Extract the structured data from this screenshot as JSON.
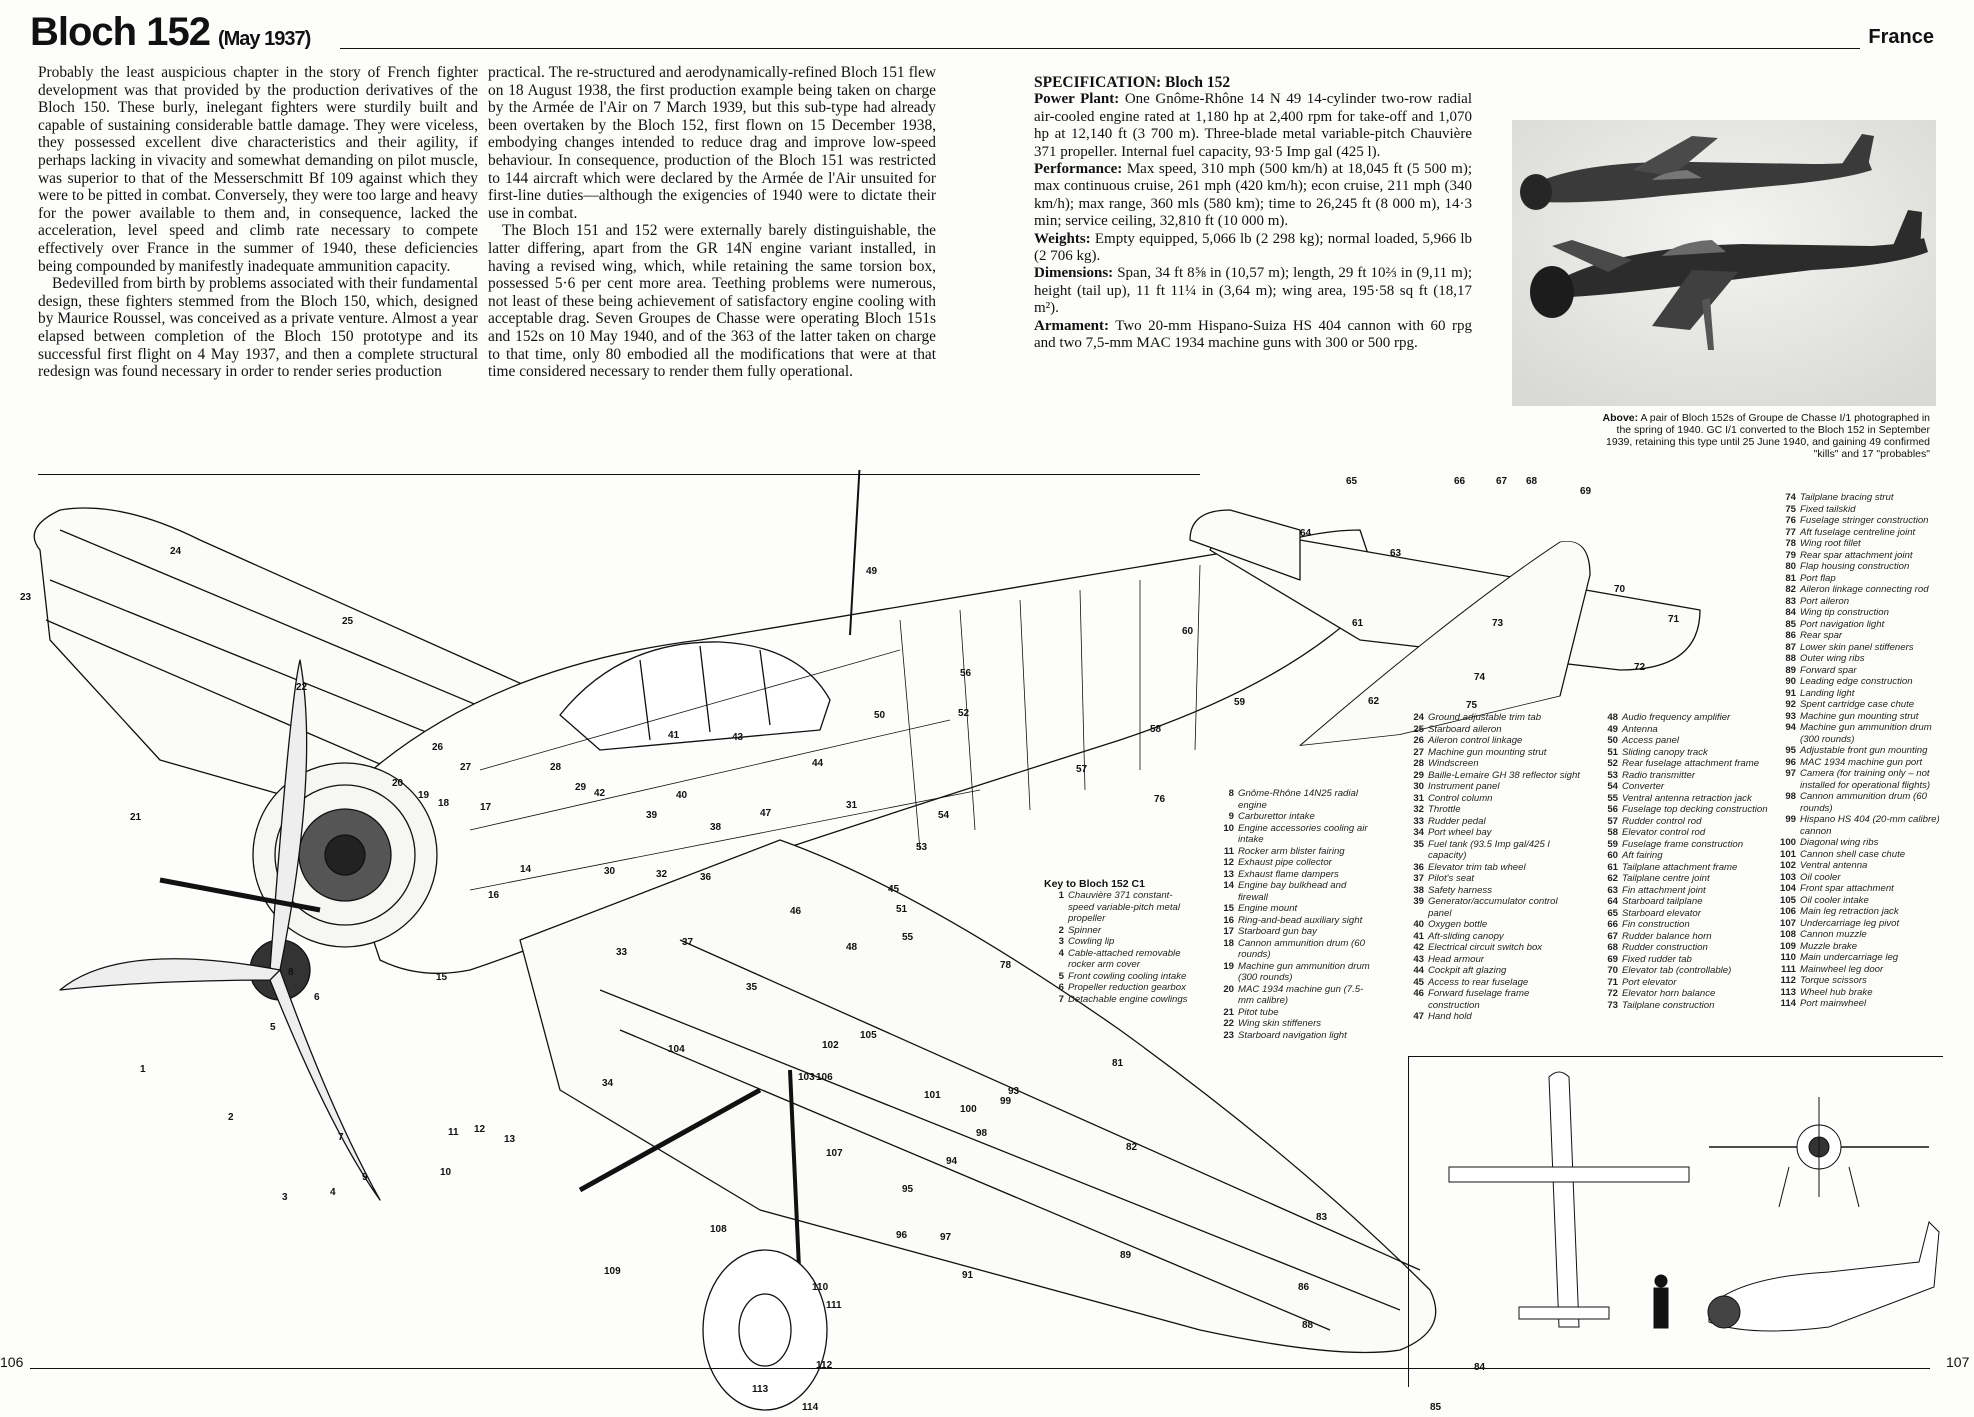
{
  "header": {
    "title": "Bloch 152",
    "date": "(May 1937)",
    "country": "France"
  },
  "body": {
    "col1": [
      "Probably the least auspicious chapter in the story of French fighter development was that provided by the production derivatives of the Bloch 150. These burly, inelegant fighters were sturdily built and capable of sustaining considerable battle damage. They were viceless, they possessed excellent dive characteristics and their agility, if perhaps lacking in vivacity and somewhat demanding on pilot muscle, was superior to that of the Messerschmitt Bf 109 against which they were to be pitted in combat. Conversely, they were too large and heavy for the power available to them and, in consequence, lacked the acceleration, level speed and climb rate necessary to compete effectively over France in the summer of 1940, these deficiencies being compounded by manifestly inadequate ammunition capacity.",
      "Bedevilled from birth by problems associated with their fundamental design, these fighters stemmed from the Bloch 150, which, designed by Maurice Roussel, was conceived as a private venture. Almost a year elapsed between completion of the Bloch 150 prototype and its successful first flight on 4 May 1937, and then a complete structural redesign was found necessary in order to render series production"
    ],
    "col2": [
      "practical. The re-structured and aerodynamically-refined Bloch 151 flew on 18 August 1938, the first production example being taken on charge by the Armée de l'Air on 7 March 1939, but this sub-type had already been overtaken by the Bloch 152, first flown on 15 December 1938, embodying changes intended to reduce drag and improve low-speed behaviour. In consequence, production of the Bloch 151 was restricted to 144 aircraft which were declared by the Armée de l'Air unsuited for first-line duties—although the exigencies of 1940 were to dictate their use in combat.",
      "The Bloch 151 and 152 were externally barely distinguishable, the latter differing, apart from the GR 14N engine variant installed, in having a revised wing, which, while retaining the same torsion box, possessed 5·6 per cent more area. Teething problems were numerous, not least of these being achievement of satisfactory engine cooling with acceptable drag. Seven Groupes de Chasse were operating Bloch 151s and 152s on 10 May 1940, and of the 363 of the latter taken on charge to that time, only 80 embodied all the modifications that were at that time considered necessary to render them fully operational."
    ]
  },
  "spec": {
    "heading": "SPECIFICATION: Bloch 152",
    "items": [
      {
        "label": "Power Plant:",
        "text": " One Gnôme-Rhône 14 N 49 14-cylinder two-row radial air-cooled engine rated at 1,180 hp at 2,400 rpm for take-off and 1,070 hp at 12,140 ft (3 700 m). Three-blade metal variable-pitch Chauvière 371 propeller. Internal fuel capacity, 93·5 Imp gal (425 l)."
      },
      {
        "label": "Performance:",
        "text": " Max speed, 310 mph (500 km/h) at 18,045 ft (5 500 m); max continuous cruise, 261 mph (420 km/h); econ cruise, 211 mph (340 km/h); max range, 360 mls (580 km); time to 26,245 ft (8 000 m), 14·3 min; service ceiling, 32,810 ft (10 000 m)."
      },
      {
        "label": "Weights:",
        "text": " Empty equipped, 5,066 lb (2 298 kg); normal loaded, 5,966 lb (2 706 kg)."
      },
      {
        "label": "Dimensions:",
        "text": " Span, 34 ft 8⅝ in (10,57 m); length, 29 ft 10⅔ in (9,11 m); height (tail up), 11 ft 11¼ in (3,64 m); wing area, 195·58 sq ft (18,17 m²)."
      },
      {
        "label": "Armament:",
        "text": " Two 20-mm Hispano-Suiza HS 404 cannon with 60 rpg and two 7,5-mm MAC 1934 machine guns with 300 or 500 rpg."
      }
    ]
  },
  "photo_caption": {
    "lead": "Above:",
    "text": " A pair of Bloch 152s of Groupe de Chasse I/1 photographed in the spring of 1940. GC I/1 converted to the Bloch 152 in September 1939, retaining this type until 25 June 1940, and gaining 49 confirmed \"kills\" and 17 \"probables\""
  },
  "key": {
    "title": "Key to Bloch 152 C1",
    "col_a": [
      {
        "n": "1",
        "t": "Chauvière 371 constant-speed variable-pitch metal propeller"
      },
      {
        "n": "2",
        "t": "Spinner"
      },
      {
        "n": "3",
        "t": "Cowling lip"
      },
      {
        "n": "4",
        "t": "Cable-attached removable rocker arm cover"
      },
      {
        "n": "5",
        "t": "Front cowling cooling intake"
      },
      {
        "n": "6",
        "t": "Propeller reduction gearbox"
      },
      {
        "n": "7",
        "t": "Detachable engine cowlings"
      }
    ],
    "col_b": [
      {
        "n": "8",
        "t": "Gnôme-Rhône 14N25 radial engine"
      },
      {
        "n": "9",
        "t": "Carburettor intake"
      },
      {
        "n": "10",
        "t": "Engine accessories cooling air intake"
      },
      {
        "n": "11",
        "t": "Rocker arm blister fairing"
      },
      {
        "n": "12",
        "t": "Exhaust pipe collector"
      },
      {
        "n": "13",
        "t": "Exhaust flame dampers"
      },
      {
        "n": "14",
        "t": "Engine bay bulkhead and firewall"
      },
      {
        "n": "15",
        "t": "Engine mount"
      },
      {
        "n": "16",
        "t": "Ring-and-bead auxiliary sight"
      },
      {
        "n": "17",
        "t": "Starboard gun bay"
      },
      {
        "n": "18",
        "t": "Cannon ammunition drum (60 rounds)"
      },
      {
        "n": "19",
        "t": "Machine gun ammunition drum (300 rounds)"
      },
      {
        "n": "20",
        "t": "MAC 1934 machine gun (7.5-mm calibre)"
      },
      {
        "n": "21",
        "t": "Pitot tube"
      },
      {
        "n": "22",
        "t": "Wing skin stiffeners"
      },
      {
        "n": "23",
        "t": "Starboard navigation light"
      }
    ],
    "col_c": [
      {
        "n": "24",
        "t": "Ground adjustable trim tab"
      },
      {
        "n": "25",
        "t": "Starboard aileron"
      },
      {
        "n": "26",
        "t": "Aileron control linkage"
      },
      {
        "n": "27",
        "t": "Machine gun mounting strut"
      },
      {
        "n": "28",
        "t": "Windscreen"
      },
      {
        "n": "29",
        "t": "Baille-Lemaire GH 38 reflector sight"
      },
      {
        "n": "30",
        "t": "Instrument panel"
      },
      {
        "n": "31",
        "t": "Control column"
      },
      {
        "n": "32",
        "t": "Throttle"
      },
      {
        "n": "33",
        "t": "Rudder pedal"
      },
      {
        "n": "34",
        "t": "Port wheel bay"
      },
      {
        "n": "35",
        "t": "Fuel tank (93.5 Imp gal/425 l capacity)"
      },
      {
        "n": "36",
        "t": "Elevator trim tab wheel"
      },
      {
        "n": "37",
        "t": "Pilot's seat"
      },
      {
        "n": "38",
        "t": "Safety harness"
      },
      {
        "n": "39",
        "t": "Generator/accumulator control panel"
      },
      {
        "n": "40",
        "t": "Oxygen bottle"
      },
      {
        "n": "41",
        "t": "Aft-sliding canopy"
      },
      {
        "n": "42",
        "t": "Electrical circuit switch box"
      },
      {
        "n": "43",
        "t": "Head armour"
      },
      {
        "n": "44",
        "t": "Cockpit aft glazing"
      },
      {
        "n": "45",
        "t": "Access to rear fuselage"
      },
      {
        "n": "46",
        "t": "Forward fuselage frame construction"
      },
      {
        "n": "47",
        "t": "Hand hold"
      }
    ],
    "col_d": [
      {
        "n": "48",
        "t": "Audio frequency amplifier"
      },
      {
        "n": "49",
        "t": "Antenna"
      },
      {
        "n": "50",
        "t": "Access panel"
      },
      {
        "n": "51",
        "t": "Sliding canopy track"
      },
      {
        "n": "52",
        "t": "Rear fuselage attachment frame"
      },
      {
        "n": "53",
        "t": "Radio transmitter"
      },
      {
        "n": "54",
        "t": "Converter"
      },
      {
        "n": "55",
        "t": "Ventral antenna retraction jack"
      },
      {
        "n": "56",
        "t": "Fuselage top decking construction"
      },
      {
        "n": "57",
        "t": "Rudder control rod"
      },
      {
        "n": "58",
        "t": "Elevator control rod"
      },
      {
        "n": "59",
        "t": "Fuselage frame construction"
      },
      {
        "n": "60",
        "t": "Aft fairing"
      },
      {
        "n": "61",
        "t": "Tailplane attachment frame"
      },
      {
        "n": "62",
        "t": "Tailplane centre joint"
      },
      {
        "n": "63",
        "t": "Fin attachment joint"
      },
      {
        "n": "64",
        "t": "Starboard tailplane"
      },
      {
        "n": "65",
        "t": "Starboard elevator"
      },
      {
        "n": "66",
        "t": "Fin construction"
      },
      {
        "n": "67",
        "t": "Rudder balance horn"
      },
      {
        "n": "68",
        "t": "Rudder construction"
      },
      {
        "n": "69",
        "t": "Fixed rudder tab"
      },
      {
        "n": "70",
        "t": "Elevator tab (controllable)"
      },
      {
        "n": "71",
        "t": "Port elevator"
      },
      {
        "n": "72",
        "t": "Elevator horn balance"
      },
      {
        "n": "73",
        "t": "Tailplane construction"
      }
    ],
    "col_e": [
      {
        "n": "74",
        "t": "Tailplane bracing strut"
      },
      {
        "n": "75",
        "t": "Fixed tailskid"
      },
      {
        "n": "76",
        "t": "Fuselage stringer construction"
      },
      {
        "n": "77",
        "t": "Aft fuselage centreline joint"
      },
      {
        "n": "78",
        "t": "Wing root fillet"
      },
      {
        "n": "79",
        "t": "Rear spar attachment joint"
      },
      {
        "n": "80",
        "t": "Flap housing construction"
      },
      {
        "n": "81",
        "t": "Port flap"
      },
      {
        "n": "82",
        "t": "Aileron linkage connecting rod"
      },
      {
        "n": "83",
        "t": "Port aileron"
      },
      {
        "n": "84",
        "t": "Wing tip construction"
      },
      {
        "n": "85",
        "t": "Port navigation light"
      },
      {
        "n": "86",
        "t": "Rear spar"
      },
      {
        "n": "87",
        "t": "Lower skin panel stiffeners"
      },
      {
        "n": "88",
        "t": "Outer wing ribs"
      },
      {
        "n": "89",
        "t": "Forward spar"
      },
      {
        "n": "90",
        "t": "Leading edge construction"
      },
      {
        "n": "91",
        "t": "Landing light"
      },
      {
        "n": "92",
        "t": "Spent cartridge case chute"
      },
      {
        "n": "93",
        "t": "Machine gun mounting strut"
      },
      {
        "n": "94",
        "t": "Machine gun ammunition drum (300 rounds)"
      },
      {
        "n": "95",
        "t": "Adjustable front gun mounting"
      },
      {
        "n": "96",
        "t": "MAC 1934 machine gun port"
      },
      {
        "n": "97",
        "t": "Camera (for training only – not installed for operational flights)"
      },
      {
        "n": "98",
        "t": "Cannon ammunition drum (60 rounds)"
      },
      {
        "n": "99",
        "t": "Hispano HS 404 (20-mm calibre) cannon"
      },
      {
        "n": "100",
        "t": "Diagonal wing ribs"
      },
      {
        "n": "101",
        "t": "Cannon shell case chute"
      },
      {
        "n": "102",
        "t": "Ventral antenna"
      },
      {
        "n": "103",
        "t": "Oil cooler"
      },
      {
        "n": "104",
        "t": "Front spar attachment"
      },
      {
        "n": "105",
        "t": "Oil cooler intake"
      },
      {
        "n": "106",
        "t": "Main leg retraction jack"
      },
      {
        "n": "107",
        "t": "Undercarriage leg pivot"
      },
      {
        "n": "108",
        "t": "Cannon muzzle"
      },
      {
        "n": "109",
        "t": "Muzzle brake"
      },
      {
        "n": "110",
        "t": "Main undercarriage leg"
      },
      {
        "n": "111",
        "t": "Mainwheel leg door"
      },
      {
        "n": "112",
        "t": "Torque scissors"
      },
      {
        "n": "113",
        "t": "Wheel hub brake"
      },
      {
        "n": "114",
        "t": "Port mainwheel"
      }
    ]
  },
  "callouts": [
    {
      "n": "1"
    },
    {
      "n": "2"
    },
    {
      "n": "3"
    },
    {
      "n": "4"
    },
    {
      "n": "5"
    },
    {
      "n": "6"
    },
    {
      "n": "7"
    },
    {
      "n": "8"
    },
    {
      "n": "9"
    },
    {
      "n": "10"
    },
    {
      "n": "11"
    },
    {
      "n": "12"
    },
    {
      "n": "13"
    },
    {
      "n": "14"
    },
    {
      "n": "15"
    },
    {
      "n": "16"
    },
    {
      "n": "17"
    },
    {
      "n": "18"
    },
    {
      "n": "19"
    },
    {
      "n": "20"
    },
    {
      "n": "21"
    },
    {
      "n": "22"
    },
    {
      "n": "23"
    },
    {
      "n": "24"
    },
    {
      "n": "25"
    },
    {
      "n": "26"
    },
    {
      "n": "27"
    },
    {
      "n": "28"
    },
    {
      "n": "29"
    },
    {
      "n": "30"
    },
    {
      "n": "31"
    },
    {
      "n": "32"
    },
    {
      "n": "33"
    },
    {
      "n": "34"
    },
    {
      "n": "35"
    },
    {
      "n": "36"
    },
    {
      "n": "37"
    },
    {
      "n": "38"
    },
    {
      "n": "39"
    },
    {
      "n": "40"
    },
    {
      "n": "41"
    },
    {
      "n": "42"
    },
    {
      "n": "43"
    },
    {
      "n": "44"
    },
    {
      "n": "45"
    },
    {
      "n": "46"
    },
    {
      "n": "47"
    },
    {
      "n": "48"
    },
    {
      "n": "49"
    },
    {
      "n": "50"
    },
    {
      "n": "51"
    },
    {
      "n": "52"
    },
    {
      "n": "53"
    },
    {
      "n": "54"
    },
    {
      "n": "55"
    },
    {
      "n": "56"
    },
    {
      "n": "57"
    },
    {
      "n": "58"
    },
    {
      "n": "59"
    },
    {
      "n": "60"
    },
    {
      "n": "61"
    },
    {
      "n": "62"
    },
    {
      "n": "63"
    },
    {
      "n": "64"
    },
    {
      "n": "65"
    },
    {
      "n": "66"
    },
    {
      "n": "67"
    },
    {
      "n": "68"
    },
    {
      "n": "69"
    },
    {
      "n": "70"
    },
    {
      "n": "71"
    },
    {
      "n": "72"
    },
    {
      "n": "73"
    },
    {
      "n": "74"
    },
    {
      "n": "75"
    },
    {
      "n": "76"
    },
    {
      "n": "78"
    },
    {
      "n": "81"
    },
    {
      "n": "82"
    },
    {
      "n": "83"
    },
    {
      "n": "84"
    },
    {
      "n": "85"
    },
    {
      "n": "86"
    },
    {
      "n": "88"
    },
    {
      "n": "89"
    },
    {
      "n": "91"
    },
    {
      "n": "93"
    },
    {
      "n": "94"
    },
    {
      "n": "95"
    },
    {
      "n": "96"
    },
    {
      "n": "97"
    },
    {
      "n": "98"
    },
    {
      "n": "99"
    },
    {
      "n": "100"
    },
    {
      "n": "101"
    },
    {
      "n": "102"
    },
    {
      "n": "103"
    },
    {
      "n": "104"
    },
    {
      "n": "105"
    },
    {
      "n": "106"
    },
    {
      "n": "107"
    },
    {
      "n": "108"
    },
    {
      "n": "109"
    },
    {
      "n": "110"
    },
    {
      "n": "111"
    },
    {
      "n": "112"
    },
    {
      "n": "113"
    },
    {
      "n": "114"
    }
  ],
  "footer": {
    "page_left": "106",
    "page_right": "107"
  }
}
